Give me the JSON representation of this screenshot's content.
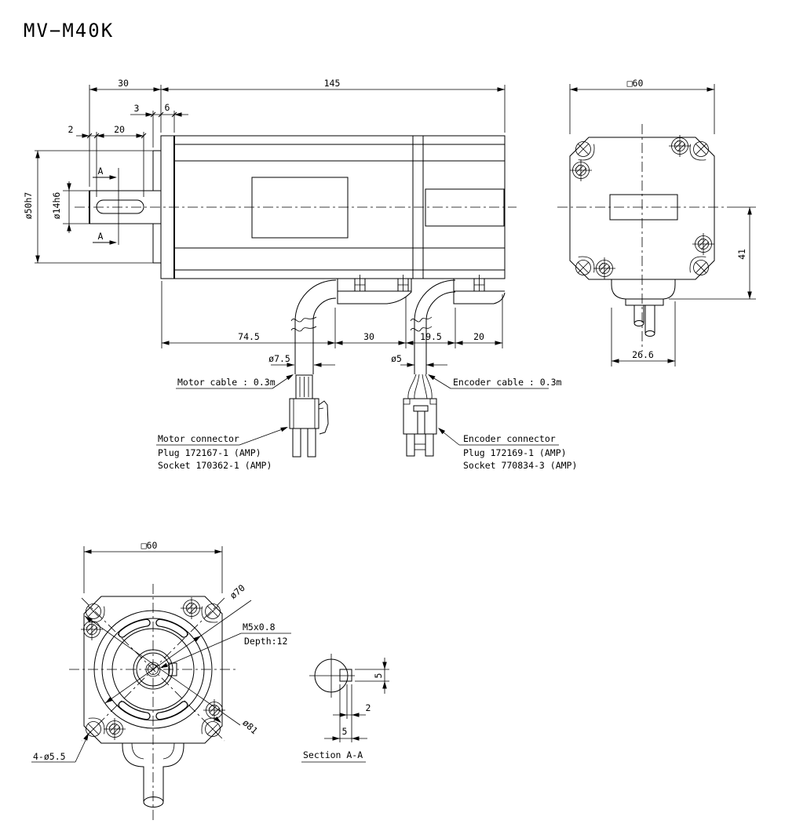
{
  "title": "MV−M40K",
  "colors": {
    "line": "#000000",
    "background": "#ffffff"
  },
  "side_view": {
    "dims": {
      "shaft_len": "30",
      "body_len": "145",
      "pilot_depth": "3",
      "flange_thk": "6",
      "key_offset": "2",
      "key_len": "20",
      "pilot_dia": "ø50h7",
      "shaft_dia": "ø14h6",
      "conn1_pos": "74.5",
      "conn_span": "30",
      "conn2_gap": "19.5",
      "conn2_span": "20",
      "motor_cable_dia": "ø7.5",
      "encoder_cable_dia": "ø5"
    },
    "section_mark": "A",
    "labels": {
      "motor_cable": "Motor cable : 0.3m",
      "encoder_cable": "Encoder cable : 0.3m",
      "motor_connector_title": "Motor connector",
      "motor_connector_plug": "Plug 172167-1 (AMP)",
      "motor_connector_socket": "Socket 170362-1 (AMP)",
      "encoder_connector_title": "Encoder connector",
      "encoder_connector_plug": "Plug 172169-1 (AMP)",
      "encoder_connector_socket": "Socket 770834-3 (AMP)"
    }
  },
  "rear_view": {
    "dims": {
      "frame": "□60",
      "height_41": "41",
      "conn_width": "26.6"
    }
  },
  "front_view": {
    "dims": {
      "frame": "□60",
      "pilot_dia": "ø70",
      "tap": "M5x0.8",
      "tap_depth": "Depth:12",
      "corner_dia": "ø81",
      "mount_holes": "4-ø5.5"
    }
  },
  "section_view": {
    "label": "Section A-A",
    "dims": {
      "key_height": "5",
      "key_protrusion": "2",
      "key_width": "5"
    }
  }
}
